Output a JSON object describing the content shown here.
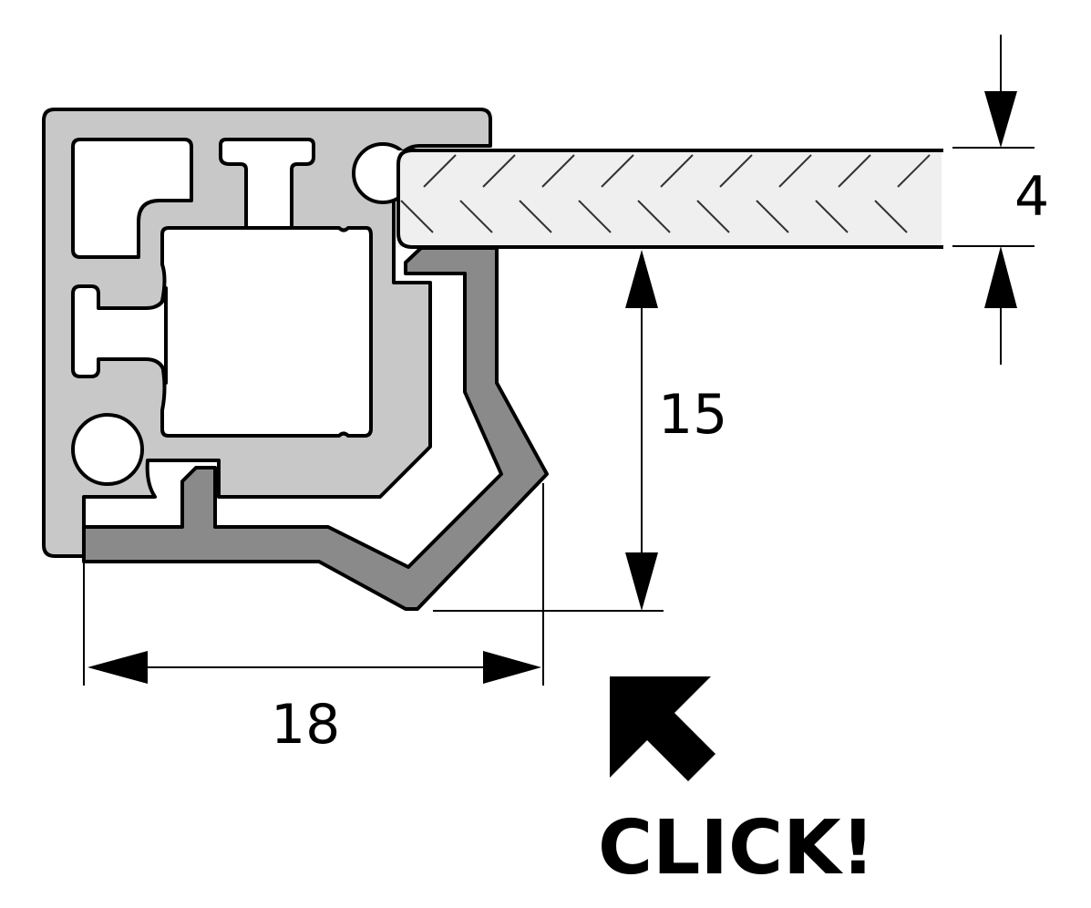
{
  "dimensions": {
    "width_label": "18",
    "height_label": "15",
    "thickness_label": "4"
  },
  "action": {
    "label": "CLICK!"
  },
  "colors": {
    "frame_fill": "#c8c8c8",
    "clip_fill": "#8a8a8a",
    "panel_fill": "#efefef",
    "outline": "#000000"
  }
}
